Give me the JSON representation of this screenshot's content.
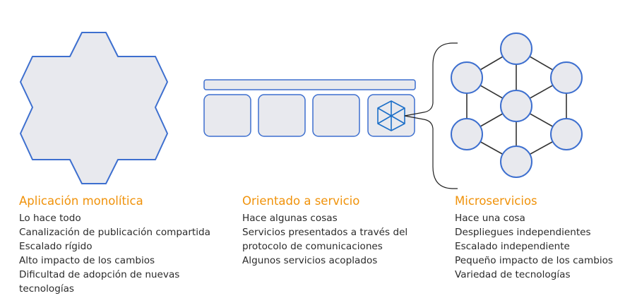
{
  "colors": {
    "accent": "#f0920a",
    "shape_fill": "#e8e9ee",
    "shape_stroke": "#3d6fcf",
    "line": "#333333",
    "icon": "#1c6fc8"
  },
  "columns": [
    {
      "title": "Aplicación monolítica",
      "items": [
        "Lo hace todo",
        "Canalización de publicación compartida",
        "Escalado rígido",
        "Alto impacto de los cambios",
        "Dificultad de adopción de nuevas",
        "tecnologías"
      ]
    },
    {
      "title": "Orientado a servicio",
      "items": [
        "Hace algunas cosas",
        "Servicios presentados a través del",
        "protocolo de comunicaciones",
        "Algunos servicios acoplados"
      ]
    },
    {
      "title": "Microservicios",
      "items": [
        "Hace una cosa",
        "Despliegues independientes",
        "Escalado independiente",
        "Pequeño impacto de los cambios",
        "Variedad de tecnologías"
      ]
    }
  ]
}
